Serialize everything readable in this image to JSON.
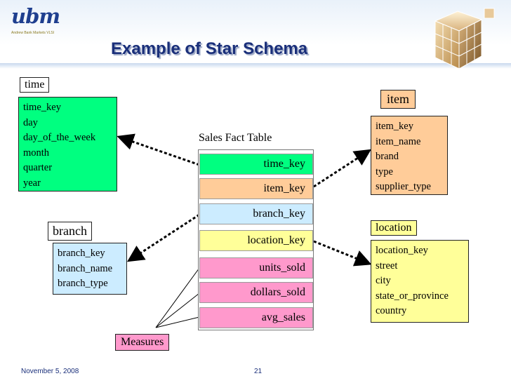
{
  "logo": {
    "text": "ubm",
    "sub": "Andrew Bank Markets VLSI"
  },
  "title": "Example of Star Schema",
  "colors": {
    "time": "#00ff80",
    "item": "#ffcc99",
    "branch": "#ccecff",
    "location": "#ffff99",
    "measure": "#ff99cc",
    "title": "#1a2f7a"
  },
  "fact_table": {
    "title": "Sales Fact Table",
    "rows": [
      "time_key",
      "item_key",
      "branch_key",
      "location_key",
      "units_sold",
      "dollars_sold",
      "avg_sales"
    ]
  },
  "dimensions": {
    "time": {
      "label": "time",
      "attributes": [
        "time_key",
        "day",
        "day_of_the_week",
        "month",
        "quarter",
        "year"
      ]
    },
    "item": {
      "label": "item",
      "attributes": [
        "item_key",
        "item_name",
        "brand",
        "type",
        "supplier_type"
      ]
    },
    "branch": {
      "label": "branch",
      "attributes": [
        "branch_key",
        "branch_name",
        "branch_type"
      ]
    },
    "location": {
      "label": "location",
      "attributes": [
        "location_key",
        "street",
        "city",
        "state_or_province",
        "country"
      ]
    }
  },
  "measures_label": "Measures",
  "footer": {
    "date": "November 5, 2008",
    "page": "21"
  }
}
